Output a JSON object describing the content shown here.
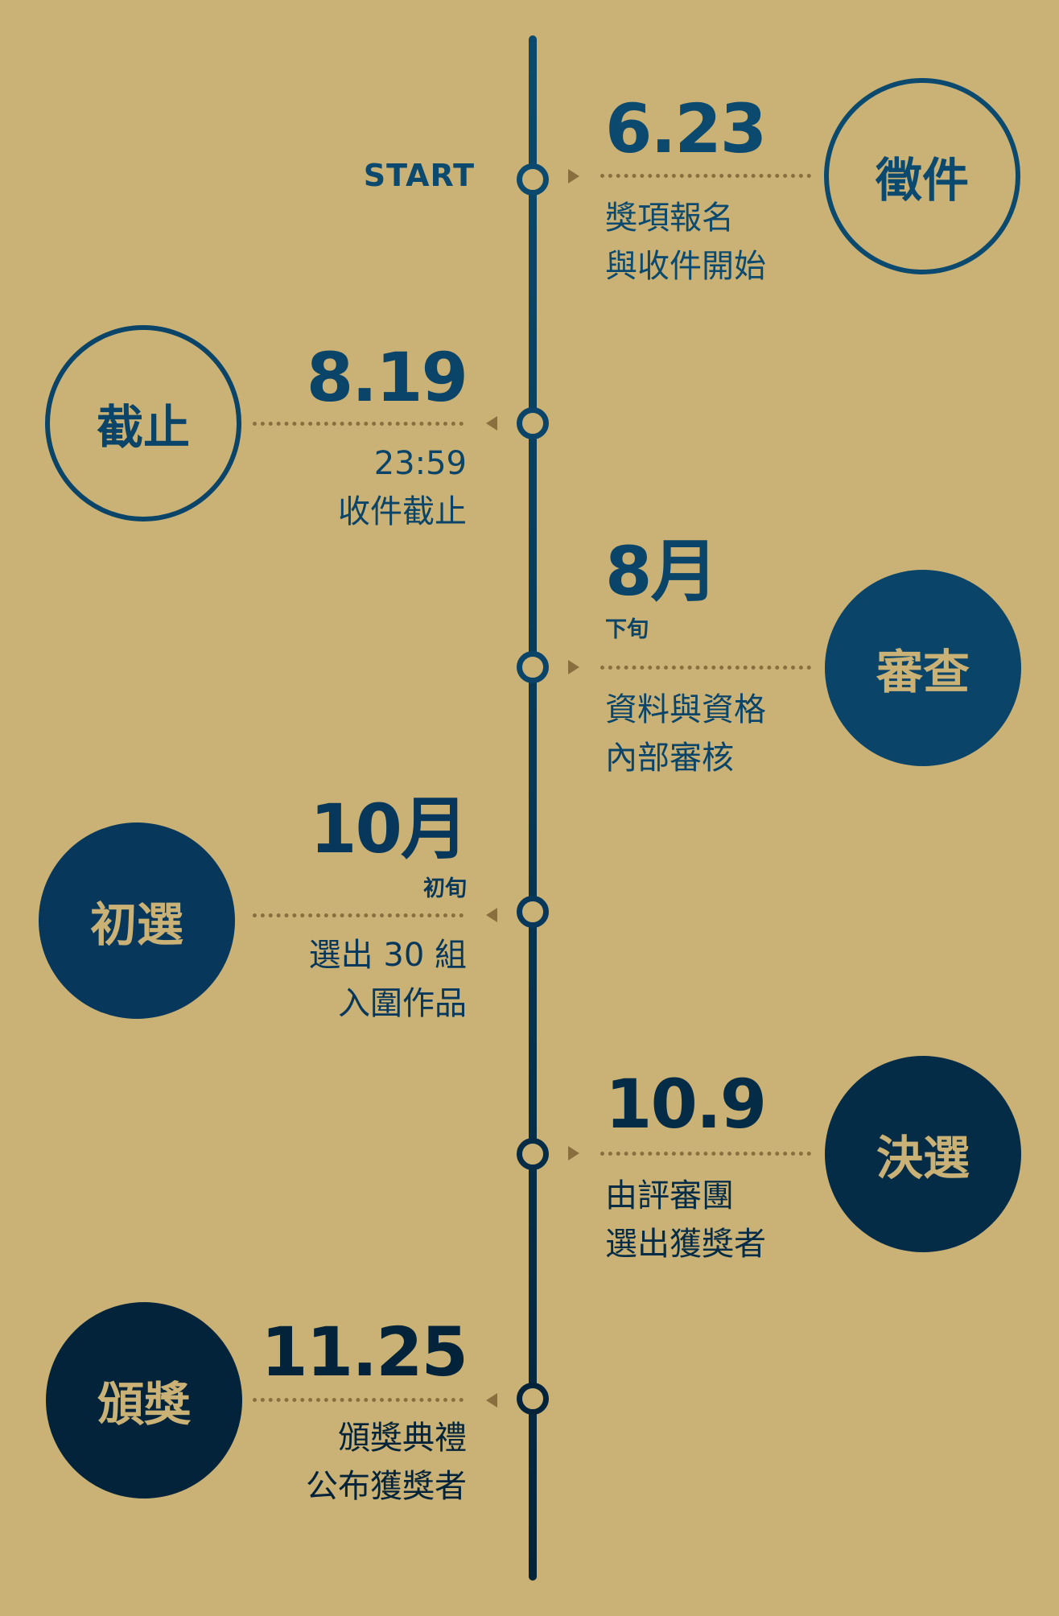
{
  "start_label": "START",
  "colors": {
    "background": "#CAB276",
    "line_top": "#0B4A6E",
    "line_bottom": "#02243A",
    "dots": "#8A6F3E"
  },
  "events": [
    {
      "date": "6.23",
      "circle_label": "徵件",
      "lines": [
        "獎項報名",
        "與收件開始"
      ],
      "color": "#0B4A6E",
      "style": "outline"
    },
    {
      "date": "8.19",
      "circle_label": "截止",
      "lines": [
        "23:59",
        "收件截止"
      ],
      "color": "#0A4468",
      "style": "outline"
    },
    {
      "date": "8月",
      "note": "下旬",
      "circle_label": "審查",
      "lines": [
        "資料與資格",
        "內部審核"
      ],
      "color": "#0A4468",
      "style": "filled"
    },
    {
      "date": "10月",
      "note": "初旬",
      "circle_label": "初選",
      "lines": [
        "選出 30 組",
        "入圍作品"
      ],
      "color": "#07385C",
      "style": "filled"
    },
    {
      "date": "10.9",
      "circle_label": "決選",
      "lines": [
        "由評審團",
        "選出獲獎者"
      ],
      "color": "#052C47",
      "style": "filled"
    },
    {
      "date": "11.25",
      "circle_label": "頒獎",
      "lines": [
        "頒獎典禮",
        "公布獲獎者"
      ],
      "color": "#02233A",
      "style": "filled"
    }
  ]
}
